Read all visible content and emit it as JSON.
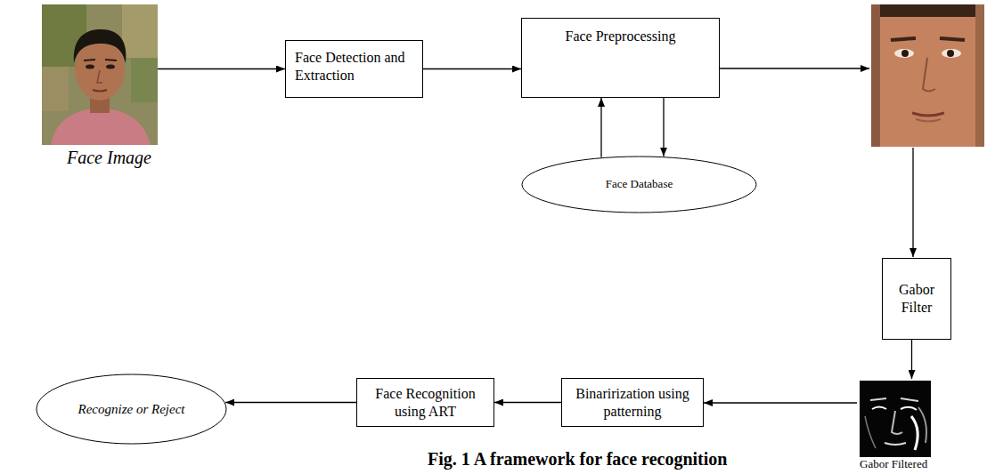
{
  "diagram": {
    "caption": "Fig. 1 A framework for face recognition",
    "nodes": [
      {
        "text": [
          "Face Image"
        ]
      },
      {
        "text": [
          "Face Detection and Extraction"
        ]
      },
      {
        "text": [
          "Face Preprocessing"
        ]
      },
      {
        "text": [
          "Face Database"
        ]
      },
      {
        "text": [
          "Gabor Filter"
        ]
      },
      {
        "text": [
          "Gabor Filtered"
        ]
      },
      {
        "text": [
          "Binarirization using patterning"
        ]
      },
      {
        "text": [
          "Face Recognition using ART"
        ]
      },
      {
        "text": [
          "Recognize or Reject"
        ]
      }
    ],
    "edges": [
      {
        "from": 0,
        "to": 1,
        "arrow": "to"
      },
      {
        "from": 1,
        "to": 2,
        "arrow": "to"
      },
      {
        "from": 2,
        "to": 3,
        "arrow": "to"
      },
      {
        "from": 3,
        "to": 2,
        "arrow": "to"
      },
      {
        "from": 4,
        "to": 5,
        "arrow": "to"
      },
      {
        "from": 5,
        "to": 6,
        "arrow": "to"
      },
      {
        "from": 6,
        "to": 7,
        "arrow": "to"
      },
      {
        "from": 7,
        "to": 8,
        "arrow": "to"
      }
    ]
  }
}
